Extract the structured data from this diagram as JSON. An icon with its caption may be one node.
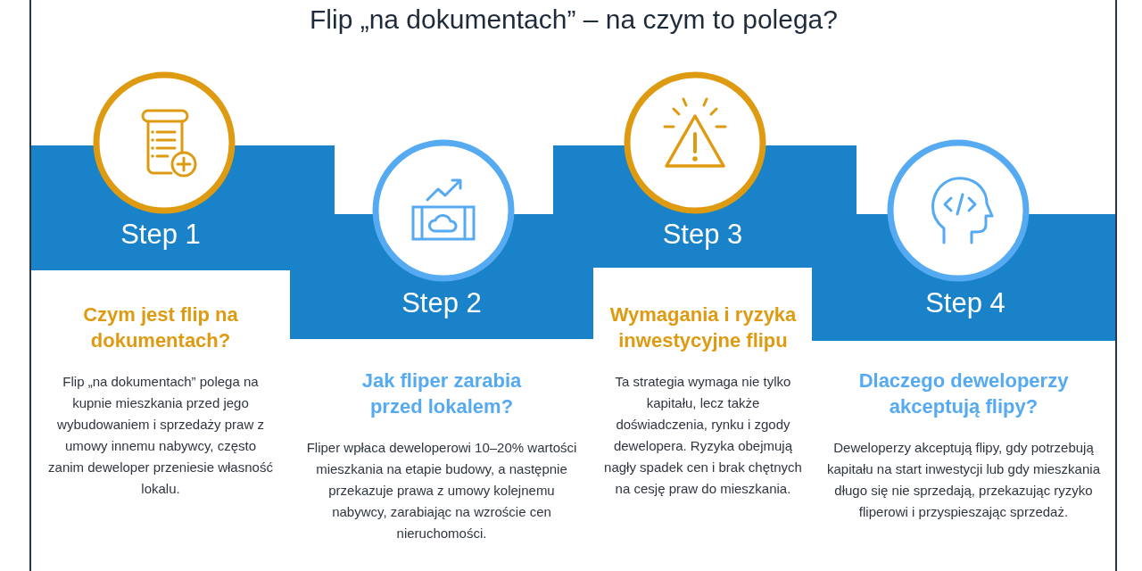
{
  "diagram": {
    "title": "Flip „na dokumentach” – na czym to polega?",
    "nodes": [
      {
        "text": [
          "Step 1"
        ],
        "beside": [
          "Czym jest flip na dokumentach?",
          "Flip „na dokumentach” polega na kupnie mieszkania przed jego wybudowaniem i sprzedaży praw z umowy innemu nabywcy, często zanim deweloper przeniesie własność lokalu."
        ]
      },
      {
        "text": [
          "Step 2"
        ],
        "beside": [
          "Jak fliper zarabia przed lokalem?",
          "Fliper wpłaca deweloperowi 10–20% wartości mieszkania na etapie budowy, a następnie przekazuje prawa z umowy kolejnemu nabywcy, zarabiając na wzroście cen nieruchomości."
        ]
      },
      {
        "text": [
          "Step 3"
        ],
        "beside": [
          "Wymagania i ryzyka inwestycyjne flipu",
          "Ta strategia wymaga nie tylko kapitału, lecz także doświadczenia, rynku i zgody dewelopera. Ryzyka obejmują nagły spadek cen i brak chętnych na cesję praw do mieszkania."
        ]
      },
      {
        "text": [
          "Step 4"
        ],
        "beside": [
          "Dlaczego deweloperzy akceptują flipy?",
          "Deweloperzy akceptują flipy, gdy potrzebują kapitału na start inwestycji lub gdy mieszkania długo się nie sprzedają, przekazując ryzyko fliperowi i przyspieszając sprzedaż."
        ]
      }
    ]
  }
}
